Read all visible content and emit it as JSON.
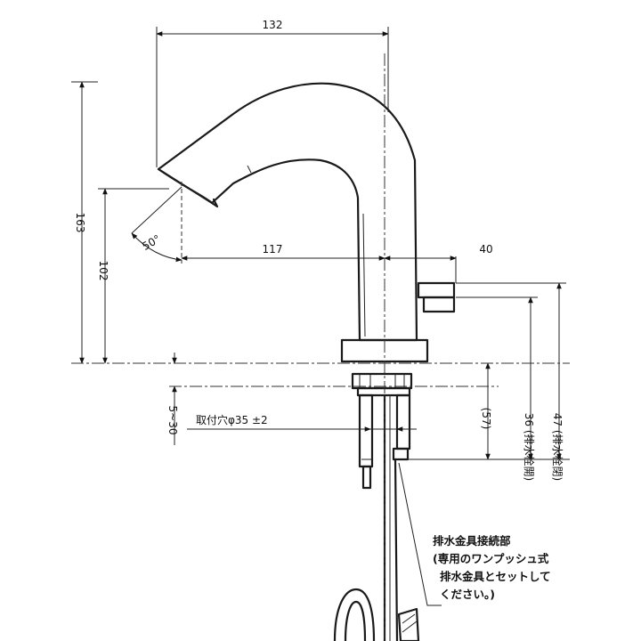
{
  "dimensions": {
    "overall_width": "132",
    "overall_height": "163",
    "spout_height": "102",
    "spout_reach": "117",
    "valve_offset": "40",
    "spout_angle": "50°",
    "mount_thickness": "5~30",
    "mount_hole": "取付穴φ35 ±2",
    "drain_ref": "(57)",
    "drain_stroke_a": "36 (排水栓開)",
    "drain_stroke_b": "47 (排水栓閉)"
  },
  "note": {
    "line1": "排水金具接続部",
    "line2": "(専用のワンプッシュ式",
    "line3": "排水金具とセットして",
    "line4": "ください。)"
  }
}
